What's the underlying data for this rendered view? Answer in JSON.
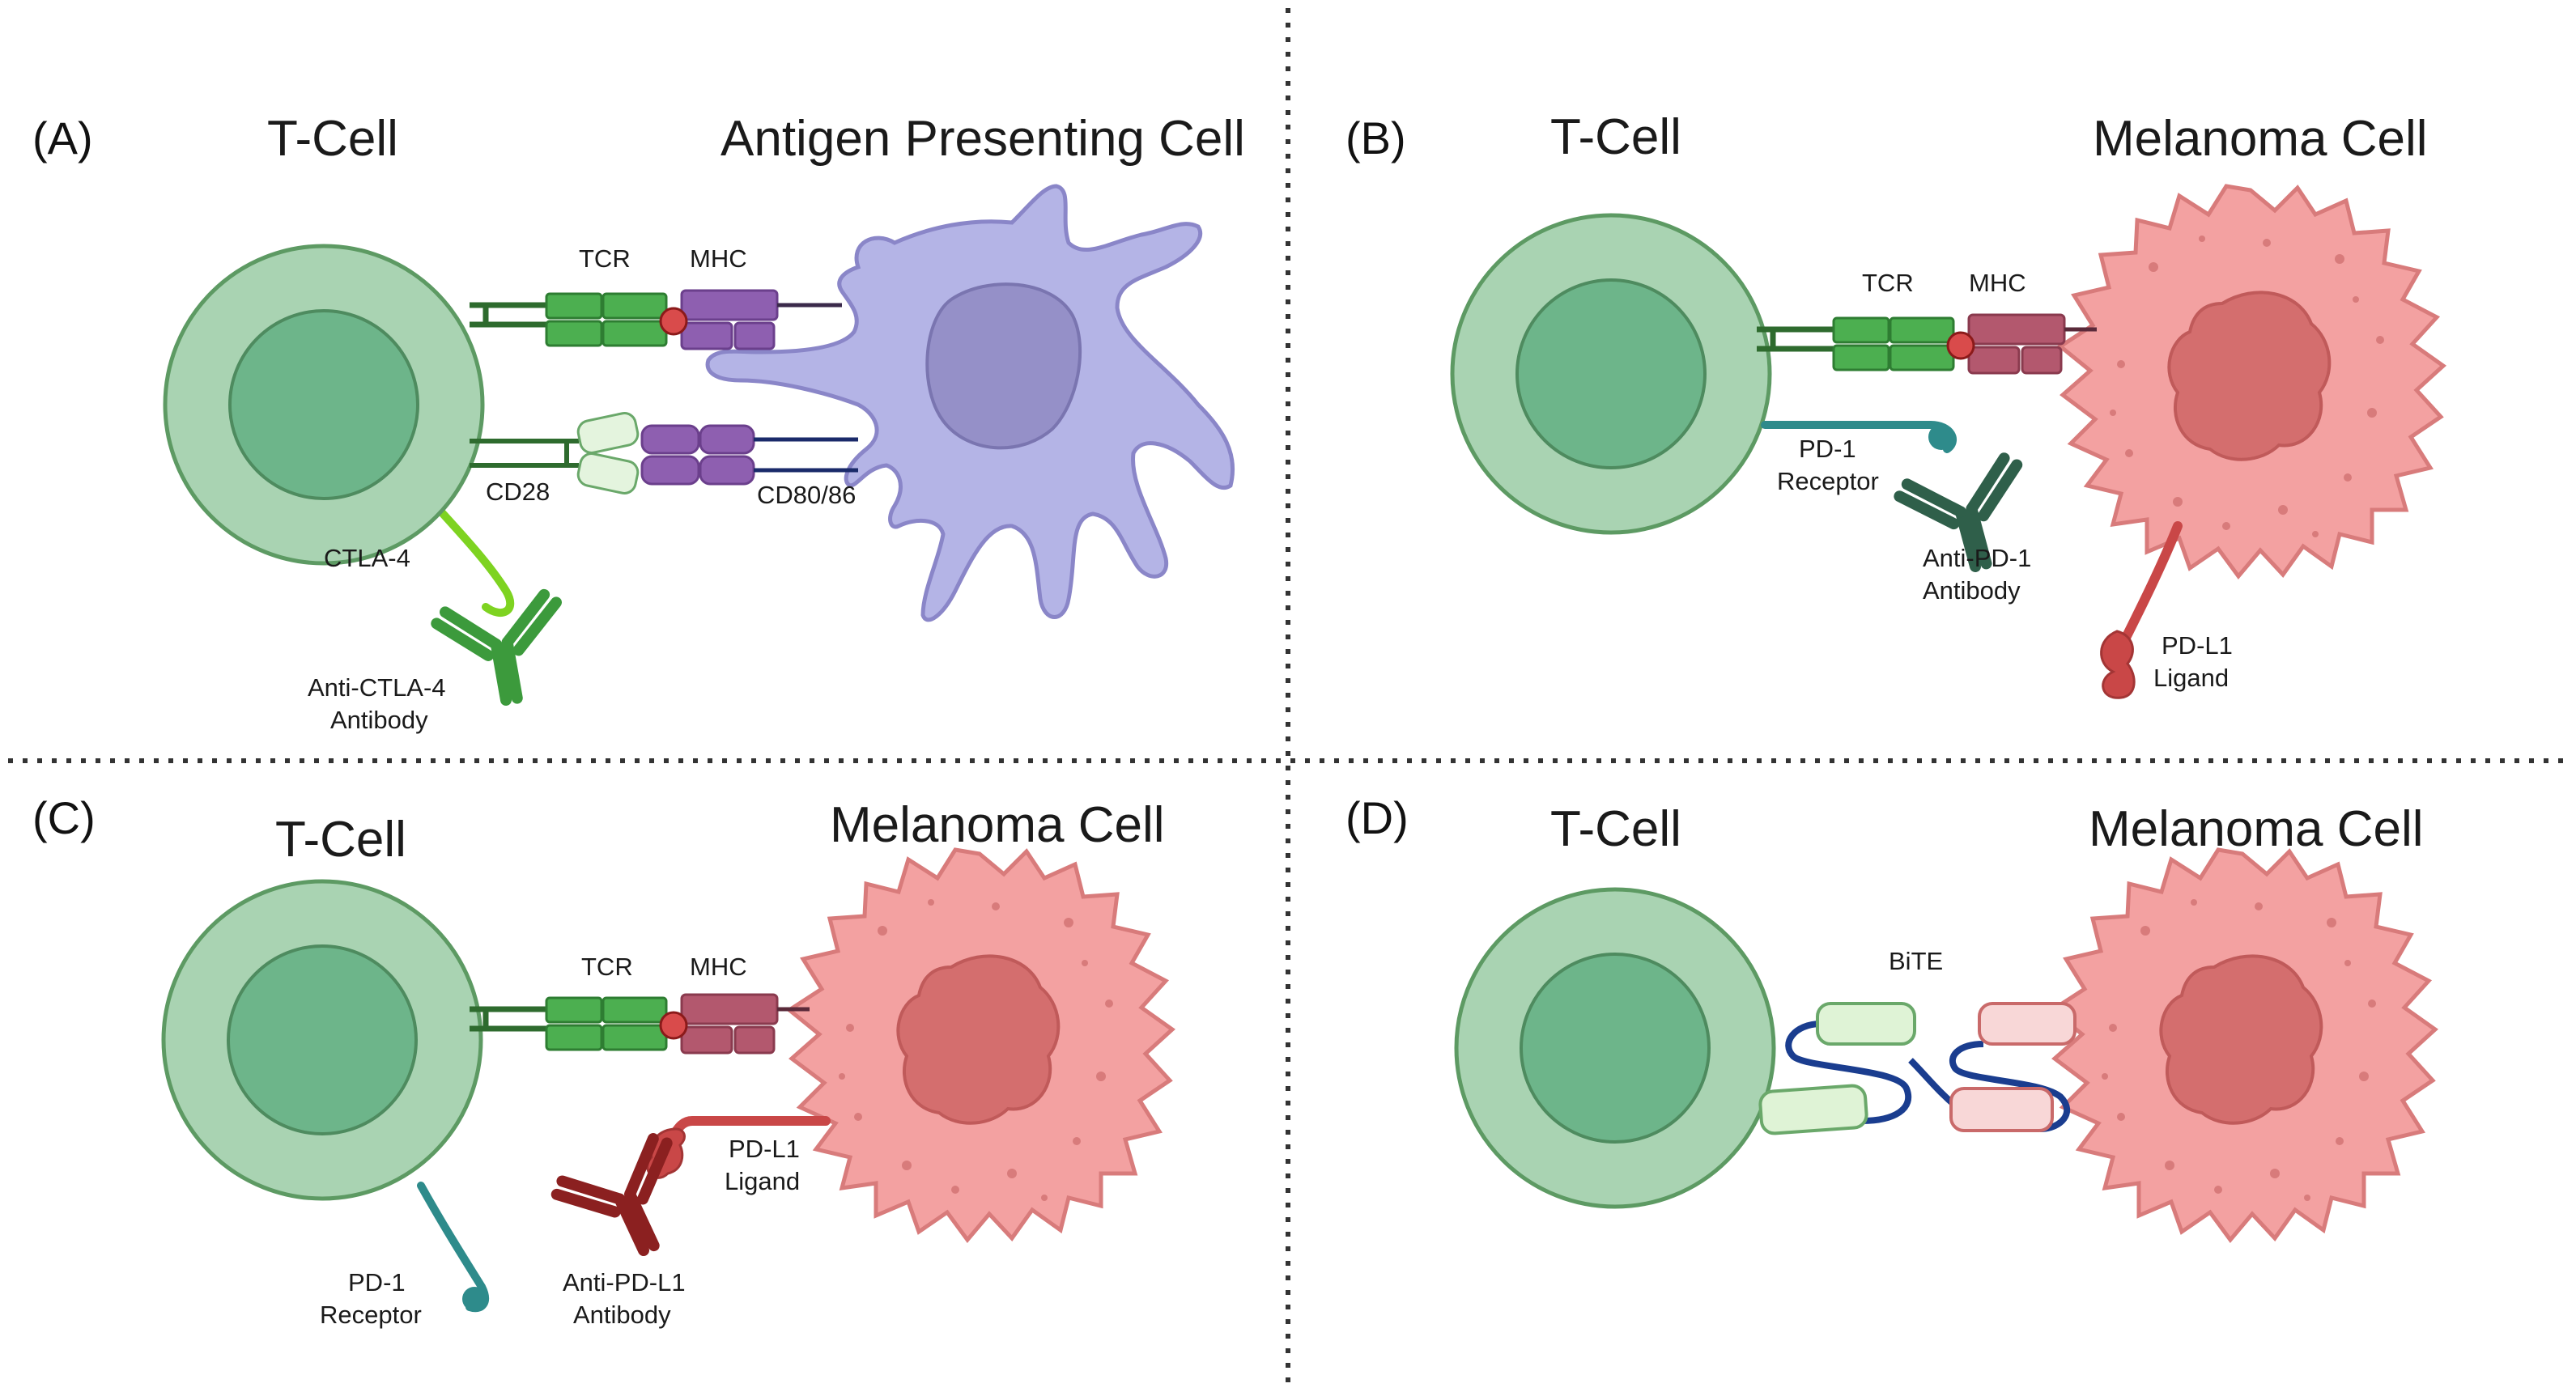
{
  "panels": {
    "a": {
      "letter": "(A)",
      "left_title": "T-Cell",
      "right_title": "Antigen Presenting Cell",
      "labels": {
        "tcr": "TCR",
        "mhc": "MHC",
        "cd28": "CD28",
        "cd80_86": "CD80/86",
        "ctla4": "CTLA-4",
        "antibody_line1": "Anti-CTLA-4",
        "antibody_line2": "Antibody"
      }
    },
    "b": {
      "letter": "(B)",
      "left_title": "T-Cell",
      "right_title": "Melanoma Cell",
      "labels": {
        "tcr": "TCR",
        "mhc": "MHC",
        "pd1_line1": "PD-1",
        "pd1_line2": "Receptor",
        "antibody_line1": "Anti-PD-1",
        "antibody_line2": "Antibody",
        "pdl1_line1": "PD-L1",
        "pdl1_line2": "Ligand"
      }
    },
    "c": {
      "letter": "(C)",
      "left_title": "T-Cell",
      "right_title": "Melanoma Cell",
      "labels": {
        "tcr": "TCR",
        "mhc": "MHC",
        "pdl1_line1": "PD-L1",
        "pdl1_line2": "Ligand",
        "pd1_line1": "PD-1",
        "pd1_line2": "Receptor",
        "antibody_line1": "Anti-PD-L1",
        "antibody_line2": "Antibody"
      }
    },
    "d": {
      "letter": "(D)",
      "left_title": "T-Cell",
      "right_title": "Melanoma Cell",
      "labels": {
        "bite": "BiTE"
      }
    }
  },
  "colors": {
    "tcell_outer": "#a9d3b2",
    "tcell_nucleus": "#6db58a",
    "tcell_stroke": "#5d9a63",
    "tcr_green": "#4caf50",
    "tcr_stroke": "#2e7d32",
    "mhc_purple": "#8e5fb0",
    "mhc_rose": "#b3586e",
    "apc_body": "#b4b4e6",
    "apc_nucleus": "#9590c8",
    "melanoma_body": "#f3a1a1",
    "melanoma_stroke": "#d87b7b",
    "melanoma_nucleus": "#d46e6e",
    "ctla4_lime": "#7ed321",
    "antibody_green": "#3c9a3c",
    "pd1_teal": "#2e8b8b",
    "anti_pd1_dark": "#2f5f4a",
    "pdl1_red": "#c94747",
    "anti_pdl1_dark": "#8b2020",
    "bite_green": "#dff3d6",
    "bite_pink": "#f8d7d7",
    "bite_linker": "#1a3d8f",
    "divider": "#333333"
  }
}
